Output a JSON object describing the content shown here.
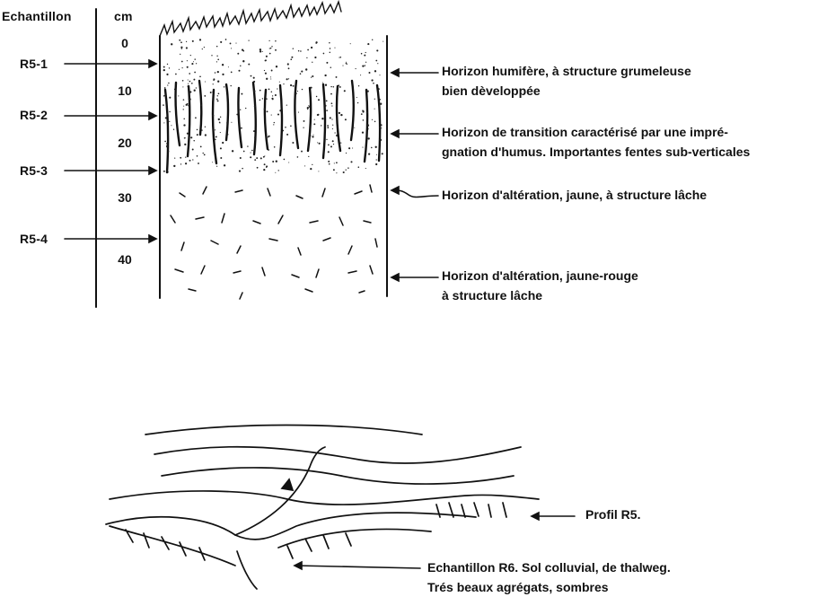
{
  "header": {
    "sample_col": "Echantillon",
    "depth_col": "cm"
  },
  "depth_ticks": [
    "0",
    "10",
    "20",
    "30",
    "40"
  ],
  "samples": [
    "R5-1",
    "R5-2",
    "R5-3",
    "R5-4"
  ],
  "horizons": [
    {
      "line1": "Horizon humifère, à structure grumeleuse",
      "line2": "bien dèveloppée"
    },
    {
      "line1": "Horizon de transition caractérisé par une impré-",
      "line2": "gnation d'humus. Importantes fentes sub-verticales"
    },
    {
      "line1": "Horizon d'altération, jaune, à structure lâche",
      "line2": ""
    },
    {
      "line1": "Horizon d'altération, jaune-rouge",
      "line2": "à structure lâche"
    }
  ],
  "landscape": {
    "profile_label": "Profil R5.",
    "sample_label_line1": "Echantillon R6. Sol colluvial, de thalweg.",
    "sample_label_line2": "Trés beaux agrégats, sombres"
  }
}
